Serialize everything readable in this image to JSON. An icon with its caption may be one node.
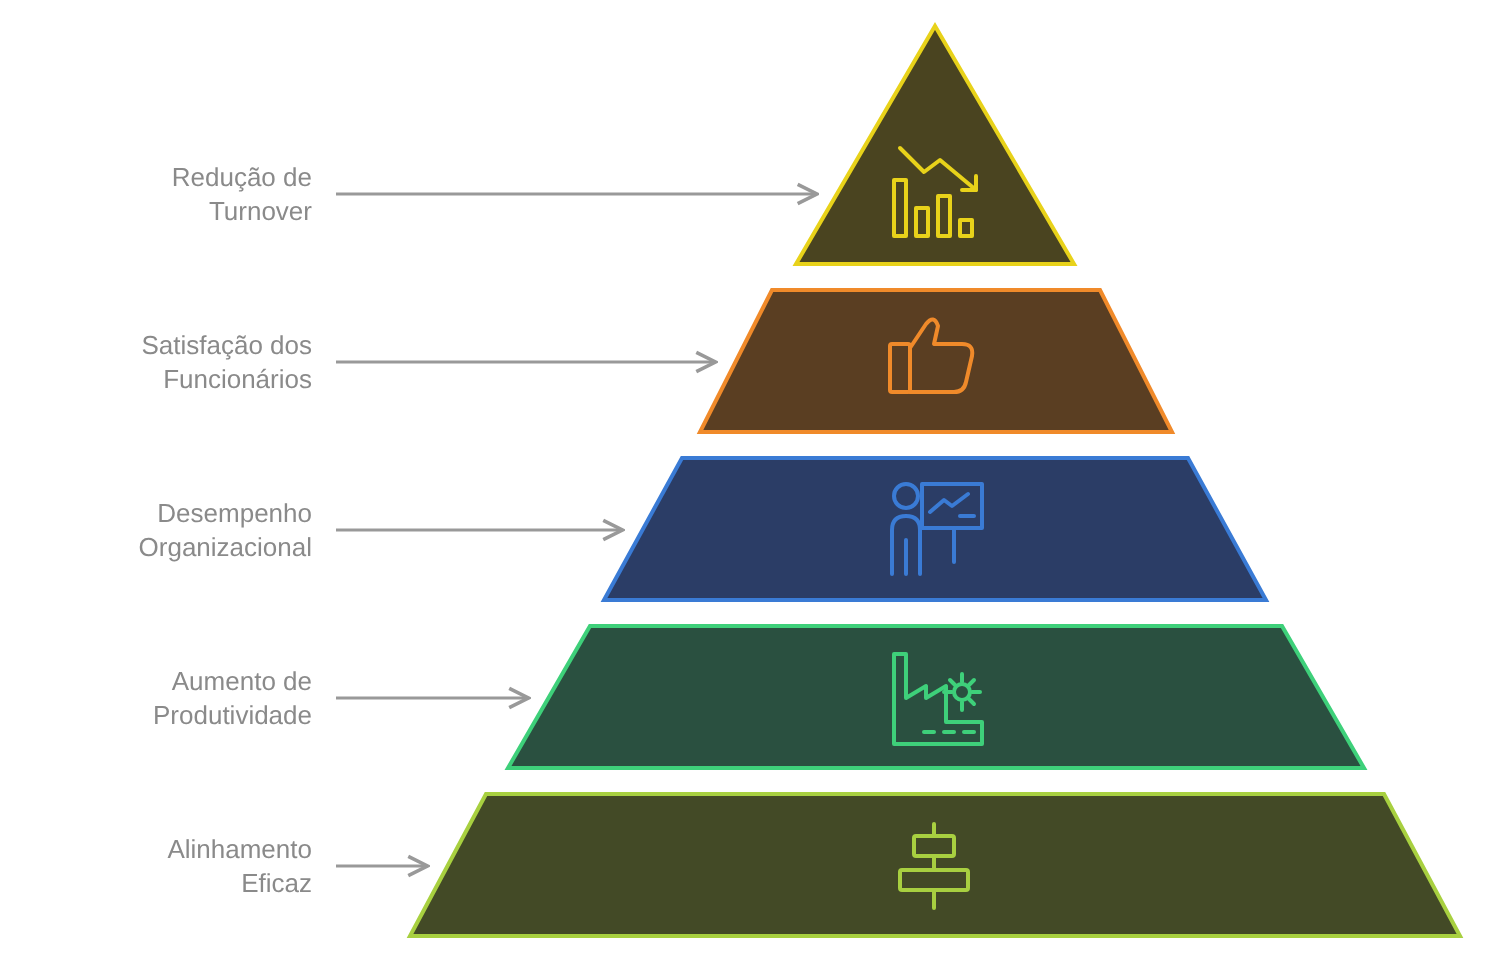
{
  "diagram": {
    "nodes": [
      {
        "text": [
          "Redução de Turnover"
        ]
      },
      {
        "text": [],
        "shape": "triangle"
      },
      {
        "text": [
          "Satisfação dos Funcionários"
        ]
      },
      {
        "text": [],
        "shape": "trapezoid"
      },
      {
        "text": [
          "Desempenho Organizacional"
        ]
      },
      {
        "text": [],
        "shape": "trapezoid"
      },
      {
        "text": [
          "Aumento de Produtividade"
        ]
      },
      {
        "text": [],
        "shape": "trapezoid"
      },
      {
        "text": [
          "Alinhamento Eficaz"
        ]
      },
      {
        "text": [],
        "shape": "trapezoid"
      }
    ],
    "edges": [
      {
        "from": 0,
        "to": 1,
        "arrow": "to"
      },
      {
        "from": 2,
        "to": 3,
        "arrow": "to"
      },
      {
        "from": 4,
        "to": 5,
        "arrow": "to"
      },
      {
        "from": 6,
        "to": 7,
        "arrow": "to"
      },
      {
        "from": 8,
        "to": 9,
        "arrow": "to"
      }
    ]
  }
}
